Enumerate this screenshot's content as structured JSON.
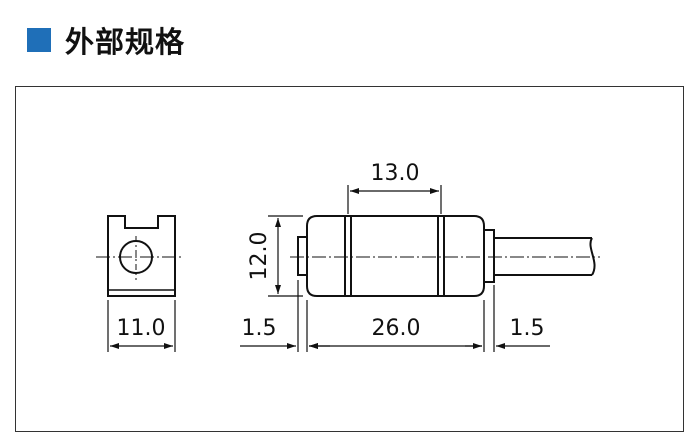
{
  "header": {
    "title": "外部规格",
    "square_color": "#1f6fb8"
  },
  "diagram": {
    "line_color": "#111111",
    "dimensions": {
      "top_length": "13.0",
      "height": "12.0",
      "side_width": "11.0",
      "left_offset": "1.5",
      "body_length": "26.0",
      "right_offset": "1.5"
    }
  }
}
